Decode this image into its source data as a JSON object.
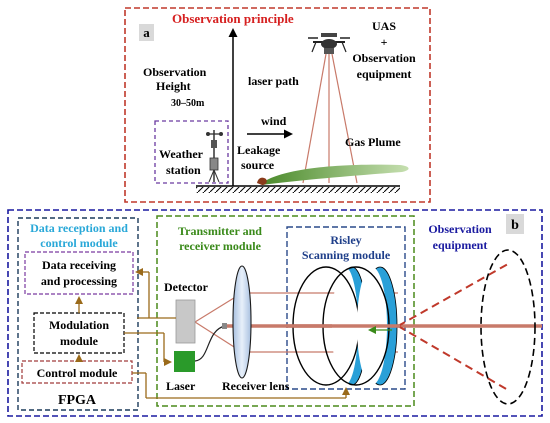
{
  "panel_a": {
    "letter": "a",
    "title": "Observation principle",
    "watermark": "",
    "height_label_line1": "Observation",
    "height_label_line2": "Height",
    "height_value": "30–50m",
    "laser_path": "laser path",
    "uas_line1": "UAS",
    "uas_line2": "+",
    "uas_line3": "Observation",
    "uas_line4": "equipment",
    "wind": "wind",
    "weather_line1": "Weather",
    "weather_line2": "station",
    "leakage_line1": "Leakage",
    "leakage_line2": "source",
    "gas_plume": "Gas Plume"
  },
  "panel_b": {
    "letter": "b",
    "observation_line1": "Observation",
    "observation_line2": "equipment",
    "data_module_line1": "Data reception and",
    "data_module_line2": "control module",
    "data_proc_line1": "Data receiving",
    "data_proc_line2": "and processing",
    "modulation_line1": "Modulation",
    "modulation_line2": "module",
    "control_module": "Control module",
    "fpga": "FPGA",
    "trx_line1": "Transmitter and",
    "trx_line2": "receiver module",
    "detector": "Detector",
    "laser": "Laser",
    "receiver_lens": "Receiver lens",
    "risley_line1": "Risley",
    "risley_line2": "Scanning module"
  },
  "colors": {
    "panel_a_border": "#c0392b",
    "panel_a_title": "#d62020",
    "panel_b_border": "#1a1aa0",
    "data_module_title": "#29a8d8",
    "trx_title": "#3a8a1a",
    "risley_title": "#1f3f8a",
    "laser_beam": "#c87a6a",
    "arrows": "#9a6a1a",
    "prism": "#2aa0d8"
  }
}
